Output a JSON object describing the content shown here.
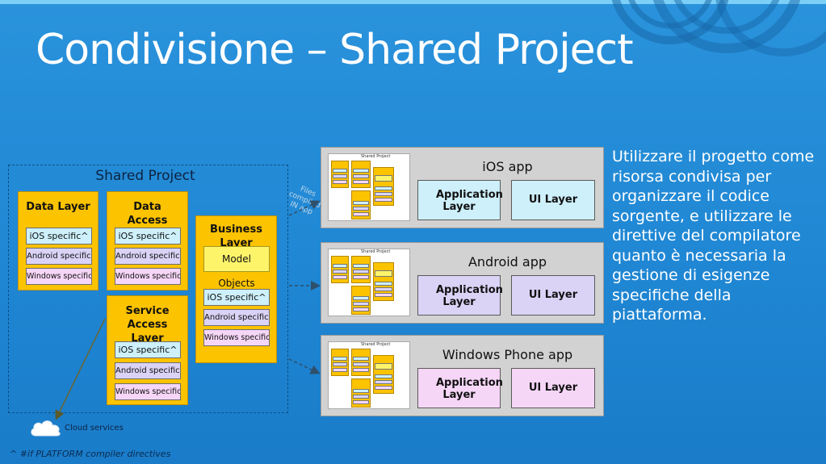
{
  "slide": {
    "title": "Condivisione – Shared Project",
    "description": "Utilizzare il progetto come risorsa condivisa per organizzare il codice sorgente, e utilizzare le direttive del compilatore quanto è necessaria la gestione di esigenze specifiche della piattaforma."
  },
  "shared_project": {
    "title": "Shared Project",
    "data_layer": {
      "title": "Data Layer",
      "ios": "iOS specific^",
      "android": "Android specific^",
      "windows": "Windows specific^"
    },
    "data_access_layer": {
      "title": "Data Access Layer",
      "ios": "iOS specific^",
      "android": "Android specific^",
      "windows": "Windows specific^"
    },
    "service_access_layer": {
      "title": "Service Access Layer",
      "ios": "iOS specific^",
      "android": "Android specific^",
      "windows": "Windows specific^"
    },
    "business_layer": {
      "title": "Business Layer",
      "model": "Model Objects",
      "ios": "iOS specific^",
      "android": "Android specific^",
      "windows": "Windows specific^"
    }
  },
  "files_note": "Files compiled IN app",
  "apps": [
    {
      "title": "iOS app",
      "app_layer": "Application Layer",
      "ui_layer": "UI Layer",
      "mini_title": "Shared Project"
    },
    {
      "title": "Android app",
      "app_layer": "Application Layer",
      "ui_layer": "UI Layer",
      "mini_title": "Shared Project"
    },
    {
      "title": "Windows Phone app",
      "app_layer": "Application Layer",
      "ui_layer": "UI Layer",
      "mini_title": "Shared Project"
    }
  ],
  "cloud": {
    "label": "Cloud services"
  },
  "footnote": "^ #if PLATFORM compiler directives",
  "colors": {
    "background": "#2a93dc",
    "layer": "#fcc300",
    "ios": "#cdf0fb",
    "android": "#dad3f6",
    "windows": "#f6d6f7",
    "model": "#fdf46a",
    "app_panel": "#d2d2d2"
  }
}
